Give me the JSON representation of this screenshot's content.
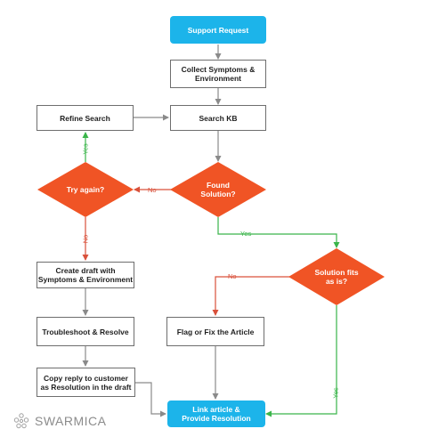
{
  "colors": {
    "terminal": "#1cb4ea",
    "decision": "#f05425",
    "box_border": "#6e6e6e",
    "line_gray": "#8a8a8a",
    "yes_green": "#3ab54a",
    "no_red": "#d9503a",
    "logo_gray": "#a0a0a0"
  },
  "nodes": {
    "support_request": "Support Request",
    "collect": "Collect Symptoms &\nEnvironment",
    "search_kb": "Search KB",
    "refine": "Refine Search",
    "found": "Found\nSolution?",
    "try_again": "Try again?",
    "fits": "Solution fits\nas is?",
    "create_draft": "Create draft with\nSymptoms & Environment",
    "troubleshoot": "Troubleshoot & Resolve",
    "flag_fix": "Flag or Fix the Article",
    "copy_reply": "Copy reply to customer\nas Resolution in the draft",
    "link_article": "Link article &\nProvide Resolution"
  },
  "edge_labels": {
    "tryagain_yes": "Yes",
    "found_no": "No",
    "found_yes": "Yes",
    "tryagain_no": "No",
    "fits_no": "No",
    "fits_yes": "Yes"
  },
  "logo": {
    "text": "SWARMICA",
    "icon": "swarmica-cluster-icon"
  }
}
